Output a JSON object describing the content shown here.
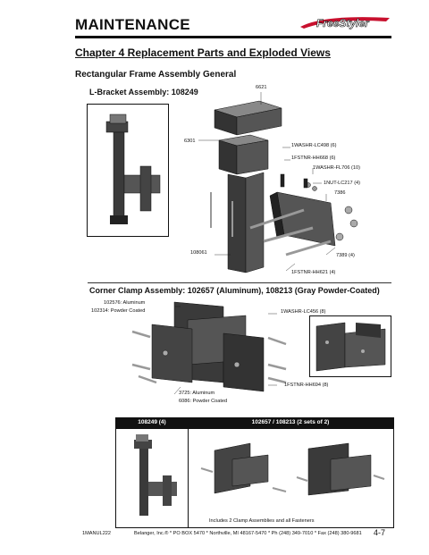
{
  "header": {
    "title": "MAINTENANCE",
    "logo_text": "FreeStyler",
    "logo_color": "#c8102e"
  },
  "chapter_title": "Chapter 4 Replacement Parts and Exploded Views",
  "section_title": "Rectangular Frame Assembly General",
  "lbracket": {
    "title": "L-Bracket Assembly: 108249",
    "callouts": {
      "c6621": "6621",
      "c6301": "6301",
      "c108061": "108061",
      "washr_lc498": "1WASHR-LC498 (6)",
      "fstnr_hh668": "1FSTNR-HH668 (6)",
      "washr_fl706": "1WASHR-FL706 (10)",
      "nut_lc217": "1NUT-LC217 (4)",
      "c7386": "7386",
      "c7389": "7389 (4)",
      "fstnr_hh621": "1FSTNR-HH621 (4)"
    }
  },
  "corner": {
    "title": "Corner Clamp Assembly: 102657 (Aluminum), 108213 (Gray Powder-Coated)",
    "callouts": {
      "part_al": "102576: Aluminum",
      "part_pc": "102314: Powder Coated",
      "washr_lc456": "1WASHR-LC456 (8)",
      "fstnr_hh694": "1FSTNR-HH694 (8)",
      "plate_al": "3725: Aluminum",
      "plate_pc": "6086: Powder Coated"
    }
  },
  "table": {
    "col1": "108249 (4)",
    "col2": "102657 / 108213 (2 sets of 2)",
    "note": "Includes 2 Clamp Assemblies and all Fasteners"
  },
  "footer": {
    "manual": "1MANUL222",
    "address": "Belanger, Inc.® * PO BOX 5470 * Northville, MI 48167-5470 * Ph (248) 349-7010 * Fax (248) 380-9681",
    "page": "4-7"
  }
}
